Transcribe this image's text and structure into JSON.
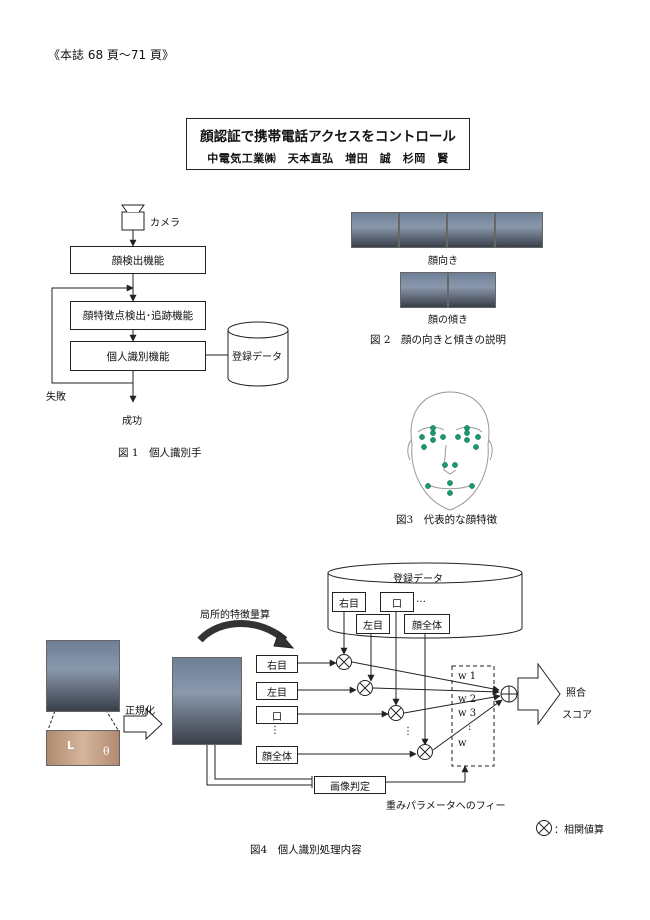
{
  "header": {
    "page_ref": "《本誌 68 頁〜71 頁》"
  },
  "title": {
    "main": "顔認証で携帯電話アクセスをコントロール",
    "authors": "中電気工業㈱　天本直弘　増田　誠　杉岡　賢"
  },
  "fig1": {
    "camera": "カメラ",
    "face_detect": "顔検出機能",
    "feature_track": "顔特徴点検出･追跡機能",
    "identify": "個人識別機能",
    "database": "登録データ",
    "fail": "失敗",
    "success": "成功",
    "caption": "図 1　個人識別手"
  },
  "fig2": {
    "label_direction": "顔向き",
    "label_tilt": "顔の傾き",
    "caption": "図 2　顔の向きと傾きの説明"
  },
  "fig3": {
    "caption": "図3　代表的な顔特徴"
  },
  "fig4": {
    "database": "登録データ",
    "db_right_eye": "右目",
    "db_mouth": "口",
    "db_dots": "…",
    "db_left_eye": "左目",
    "db_whole_face": "顔全体",
    "local_feature": "局所的特徴量算",
    "normalize": "正規化",
    "feat_right_eye": "右目",
    "feat_left_eye": "左目",
    "feat_mouth": "口",
    "feat_vdots": "⋮",
    "feat_whole_face": "顔全体",
    "L": "L",
    "theta": "θ",
    "w1": "w 1",
    "w2": "w 2",
    "w3": "w 3",
    "wdots": ":",
    "w": "w",
    "vdots2": "⋮",
    "match": "照合",
    "score": "スコア",
    "image_judge": "画像判定",
    "feedback": "重みパラメータへのフィー",
    "legend": "：相関値算",
    "caption": "図4　個人識別処理内容"
  }
}
